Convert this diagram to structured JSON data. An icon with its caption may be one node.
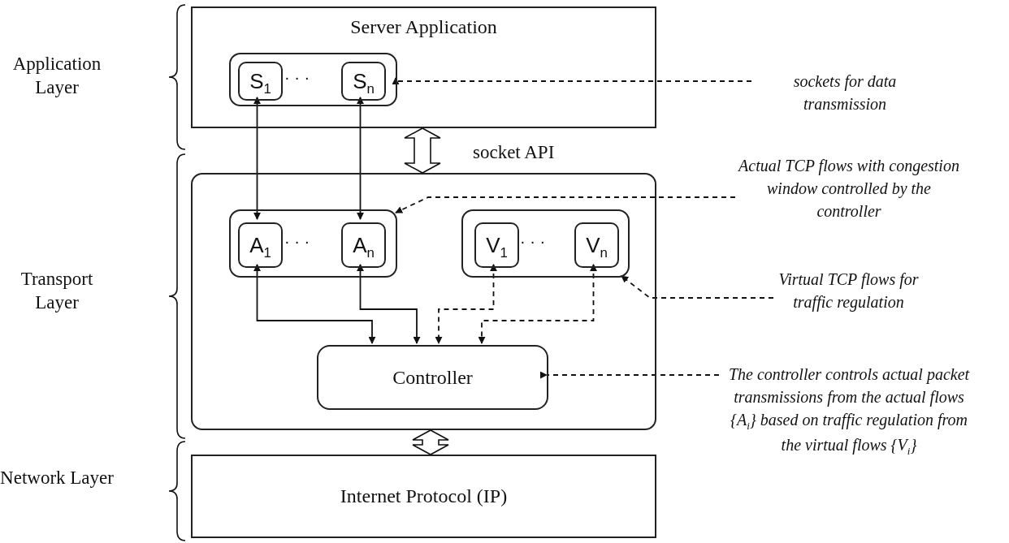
{
  "diagram": {
    "nodes": [
      {
        "text": [
          "Server Application"
        ]
      },
      {
        "text": [],
        "shape": "box",
        "in": 0
      },
      {
        "text": [
          "S$_{1}$"
        ],
        "in": 1
      },
      {
        "text": [
          "S$_{n}$"
        ],
        "in": 1
      },
      {
        "text": [],
        "shape": "box"
      },
      {
        "text": [],
        "shape": "box",
        "in": 4
      },
      {
        "text": [
          "A$_{1}$"
        ],
        "in": 5
      },
      {
        "text": [
          "A$_{n}$"
        ],
        "in": 5
      },
      {
        "text": [],
        "shape": "box",
        "in": 4
      },
      {
        "text": [
          "V$_{1}$"
        ],
        "in": 8
      },
      {
        "text": [
          "V$_{n}$"
        ],
        "in": 8
      },
      {
        "text": [
          "Controller"
        ],
        "in": 4
      },
      {
        "text": [
          "Internet Protocol (IP)"
        ]
      },
      {
        "text": [
          "sockets for data transmission"
        ]
      },
      {
        "text": [
          "Actual TCP flows with congestion window controlled by the controller"
        ]
      },
      {
        "text": [
          "Virtual TCP flows for traffic regulation"
        ]
      },
      {
        "text": [
          "The controller controls actual packet transmissions from the actual flows {A$_{i}$} based on traffic regulation from the virtual flows {V$_{i}$}"
        ]
      }
    ],
    "edges": [
      {
        "from": 2,
        "to": 6,
        "arrow": "both"
      },
      {
        "from": 3,
        "to": 7,
        "arrow": "both"
      },
      {
        "from": 6,
        "to": 11,
        "arrow": "both"
      },
      {
        "from": 7,
        "to": 11,
        "arrow": "both"
      },
      {
        "from": 9,
        "to": 11,
        "arrow": "both",
        "style": "dashed"
      },
      {
        "from": 10,
        "to": 11,
        "arrow": "both",
        "style": "dashed"
      },
      {
        "from": 0,
        "to": 4,
        "arrow": "both",
        "style": "thick",
        "label": "socket API"
      },
      {
        "from": 4,
        "to": 12,
        "arrow": "both",
        "style": "thick"
      },
      {
        "from": 13,
        "to": 1,
        "arrow": "to",
        "style": "dashed"
      },
      {
        "from": 14,
        "to": 5,
        "arrow": "to",
        "style": "dashed"
      },
      {
        "from": 15,
        "to": 8,
        "arrow": "to",
        "style": "dashed"
      },
      {
        "from": 16,
        "to": 11,
        "arrow": "to",
        "style": "dashed"
      }
    ],
    "labels": [
      "Application Layer",
      "· · ·",
      "· · ·",
      "· · ·",
      "Transport Layer",
      "Network Layer"
    ]
  }
}
